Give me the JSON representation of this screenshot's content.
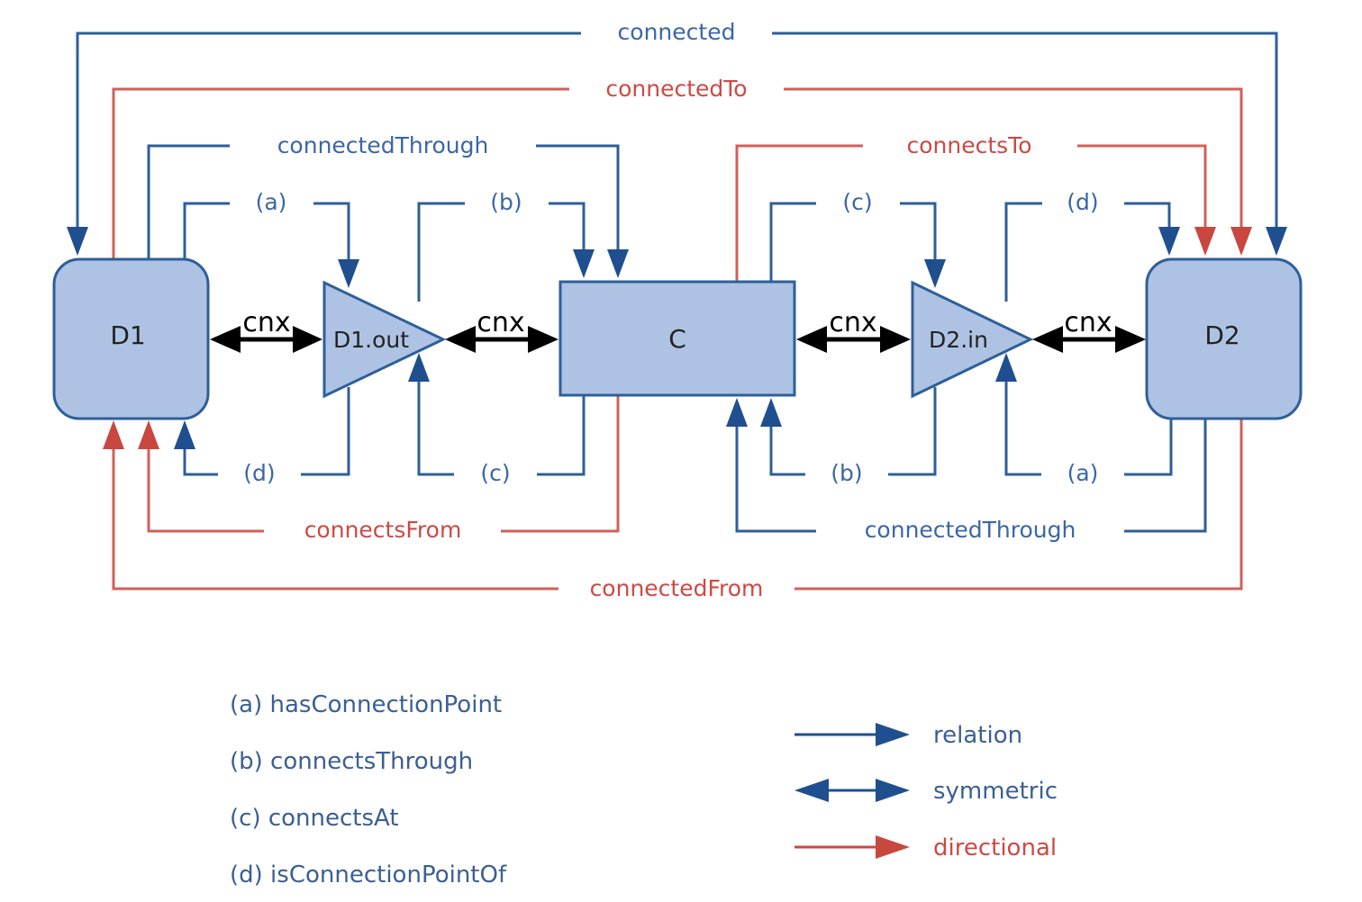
{
  "nodes": {
    "d1": "D1",
    "d1_out": "D1.out",
    "c": "C",
    "d2_in": "D2.in",
    "d2": "D2"
  },
  "edges": {
    "connected": "connected",
    "connectedTo": "connectedTo",
    "connectedThrough_top": "connectedThrough",
    "connectsTo": "connectsTo",
    "a_top": "(a)",
    "b_top": "(b)",
    "c_top": "(c)",
    "d_top": "(d)",
    "d_bottom": "(d)",
    "c_bottom": "(c)",
    "b_bottom": "(b)",
    "a_bottom": "(a)",
    "connectsFrom": "connectsFrom",
    "connectedThrough_bottom": "connectedThrough",
    "connectedFrom": "connectedFrom",
    "cnx": [
      "cnx",
      "cnx",
      "cnx",
      "cnx"
    ]
  },
  "legend": {
    "abbreviations": [
      "(a) hasConnectionPoint",
      "(b) connectsThrough",
      "(c) connectsAt",
      "(d) isConnectionPointOf"
    ],
    "arrow_types": [
      {
        "label": "relation",
        "color": "#1f4f8f"
      },
      {
        "label": "symmetric",
        "color": "#1f4f8f"
      },
      {
        "label": "directional",
        "color": "#c84840"
      }
    ]
  },
  "colors": {
    "relation": "#2e5f99",
    "directional": "#d0605a",
    "node_fill": "#aec3e4"
  }
}
